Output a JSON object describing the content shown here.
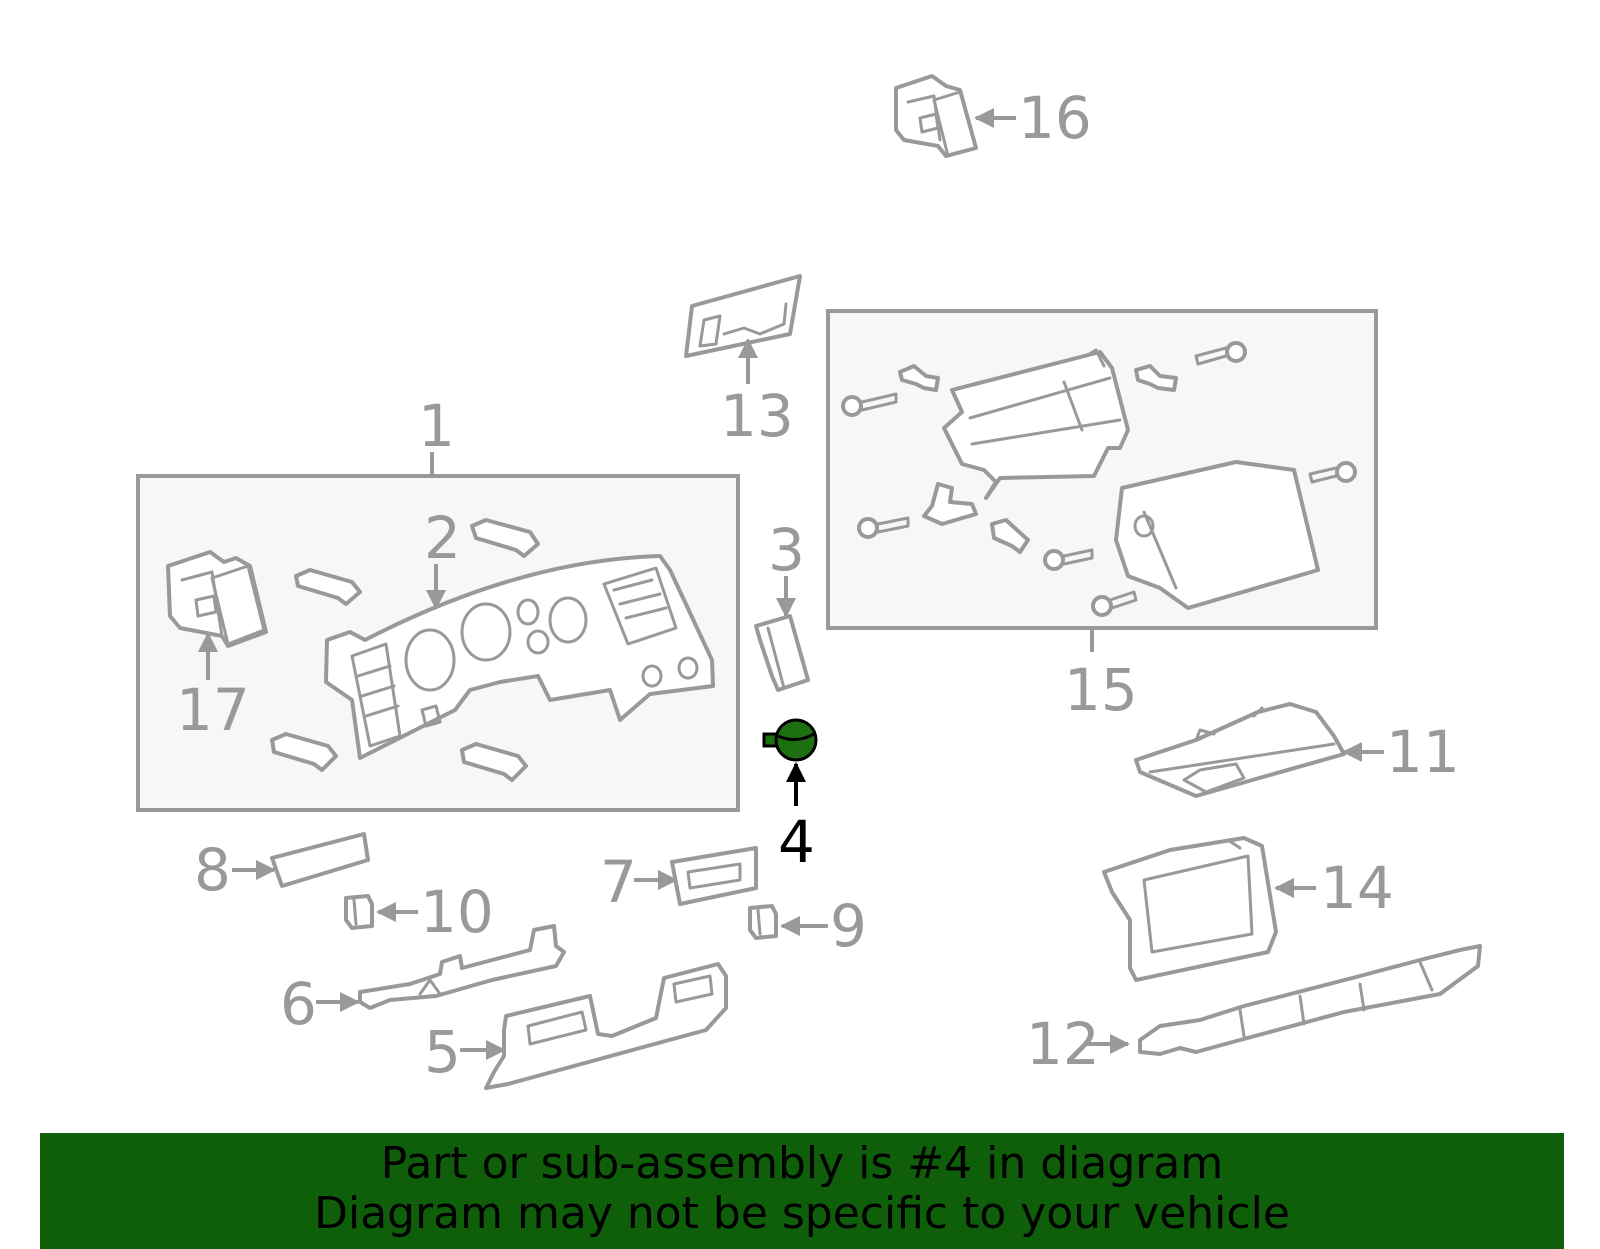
{
  "diagram": {
    "callouts": {
      "c1": "1",
      "c2": "2",
      "c3": "3",
      "c4": "4",
      "c5": "5",
      "c6": "6",
      "c7": "7",
      "c8": "8",
      "c9": "9",
      "c10": "10",
      "c11": "11",
      "c12": "12",
      "c13": "13",
      "c14": "14",
      "c15": "15",
      "c16": "16",
      "c17": "17"
    },
    "highlighted_part": "4",
    "colors": {
      "line": "#999999",
      "box_fill": "#f7f7f7",
      "highlight": "#1e6e12",
      "banner": "#0f5f0a"
    }
  },
  "banner": {
    "line1": "Part or sub-assembly is #4 in diagram",
    "line2": "Diagram may not be specific to your vehicle"
  }
}
